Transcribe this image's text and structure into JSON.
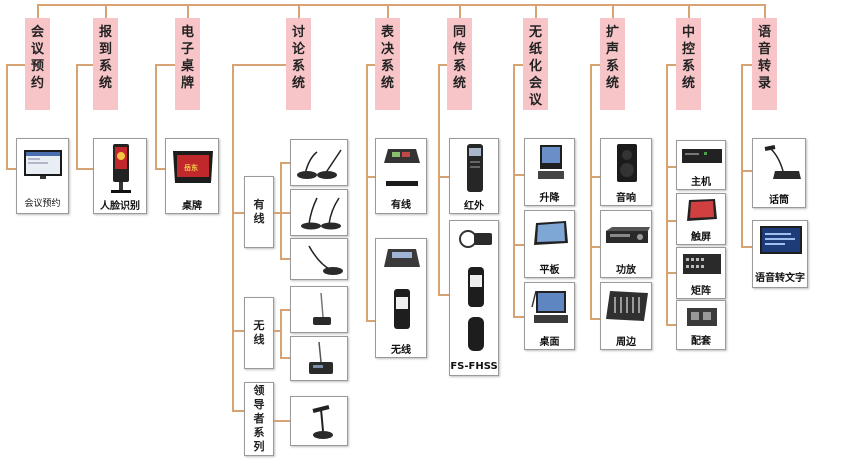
{
  "categories": [
    {
      "id": "meeting",
      "title": "会议预约",
      "items": [
        "会议预约"
      ]
    },
    {
      "id": "checkin",
      "title": "报到系统",
      "items": [
        "人脸识别"
      ]
    },
    {
      "id": "nameplate",
      "title": "电子桌牌",
      "items": [
        "桌牌"
      ]
    },
    {
      "id": "discussion",
      "title": "讨论系统",
      "groups": [
        "有线",
        "无线",
        "领导者系列"
      ]
    },
    {
      "id": "voting",
      "title": "表决系统",
      "items": [
        "有线",
        "无线"
      ]
    },
    {
      "id": "interpretation",
      "title": "同传系统",
      "items": [
        "红外",
        "FS-FHSS"
      ]
    },
    {
      "id": "paperless",
      "title": "无纸化会议",
      "items": [
        "升降",
        "平板",
        "桌面"
      ]
    },
    {
      "id": "pa",
      "title": "扩声系统",
      "items": [
        "音响",
        "功放",
        "周边"
      ]
    },
    {
      "id": "control",
      "title": "中控系统",
      "items": [
        "主机",
        "触屏",
        "矩阵",
        "配套"
      ]
    },
    {
      "id": "transcription",
      "title": "语音转录",
      "items": [
        "话筒",
        "语音转文字"
      ]
    }
  ],
  "screen_text": "岳东",
  "colors": {
    "header_bg": "#f7c4c8",
    "connector": "#d8a373",
    "border": "#9a9a9a"
  }
}
